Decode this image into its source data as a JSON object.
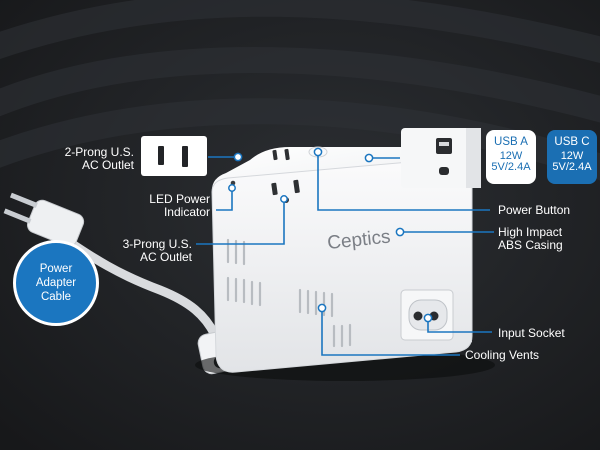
{
  "brand": {
    "name": "Ceptics"
  },
  "colors": {
    "background": "#1e2023",
    "accent_blue": "#1b76c0",
    "device_white": "#f4f5f6",
    "connector_line": "#1b76c0"
  },
  "callouts": {
    "two_prong": "2-Prong U.S.\nAC Outlet",
    "led": "LED Power\nIndicator",
    "three_prong": "3-Prong U.S.\nAC Outlet",
    "power_button": "Power Button",
    "casing": "High Impact\nABS Casing",
    "input_socket": "Input Socket",
    "cooling_vents": "Cooling Vents",
    "power_cable": "Power\nAdapter\nCable"
  },
  "usb": {
    "a": {
      "name": "USB A",
      "watt": "12W",
      "spec": "5V/2.4A"
    },
    "c": {
      "name": "USB C",
      "watt": "12W",
      "spec": "5V/2.4A"
    }
  }
}
